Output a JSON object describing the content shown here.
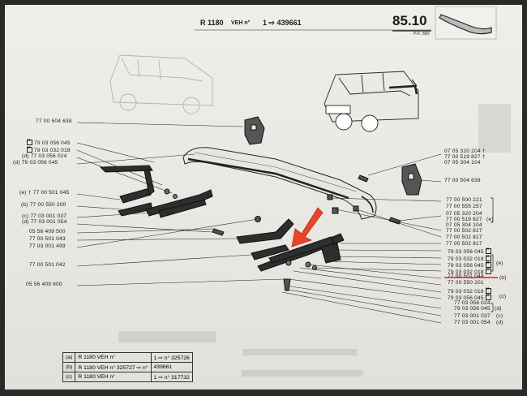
{
  "header": {
    "model": "R 1180",
    "veh_label": "VEH n°",
    "serial_from": "1 ⇨ 439661",
    "page_code": "85.10",
    "page_sub": "P.R. 880"
  },
  "left_labels": [
    "77 00 504 638",
    "79 03 056 045",
    "79 03 032 018",
    "(d) 77 03 056 024",
    "(d) 79 03 056 045",
    "(e) † 77 00 501 045",
    "(b) 77 00 550 200",
    "(c) 77 03 001 037",
    "(d) 77 03 001 054",
    "05 56 409 500",
    "77 00 501 043",
    "77 03 001 499",
    "77 00 501 042",
    "05 56 409 600"
  ],
  "right_labels": [
    "07 05 320 204 †",
    "77 00 519 827 †",
    "07 05 304 104",
    "77 00 504 639",
    "77 00 500 221",
    "77 00 555 257",
    "07 05 320 204",
    "77 00 519 827",
    "07 05 304 104",
    "77 00 502 817",
    "77 00 502 817",
    "77 00 502 817",
    "79 03 056 045",
    "79 03 032 018",
    "79 03 056 045",
    "79 03 032 018",
    "77 00 501 044",
    "77 00 550 201",
    "79 03 032 018",
    "79 03 056 045",
    "77 03 056 024",
    "79 03 056 045",
    "77 03 001 037",
    "77 03 001 054"
  ],
  "side_tags": [
    "(e)",
    "(e)",
    "(b)",
    "(c)",
    "(d)",
    "(c)",
    "(d)"
  ],
  "ref_table": [
    {
      "tag": "(a)",
      "model": "R 1180 VEH n°",
      "range": "1 ⇨ n° 325726"
    },
    {
      "tag": "(b)",
      "model": "R 1180 VEH n° 325727 ⇨ n°",
      "range": "439661"
    },
    {
      "tag": "(c)",
      "model": "R 1180 VEH n°",
      "range": "1 ⇨ n° 317732"
    }
  ],
  "colors": {
    "arrow": "#e8452c",
    "underline": "#e0241b",
    "ink": "#1a1a1a"
  }
}
